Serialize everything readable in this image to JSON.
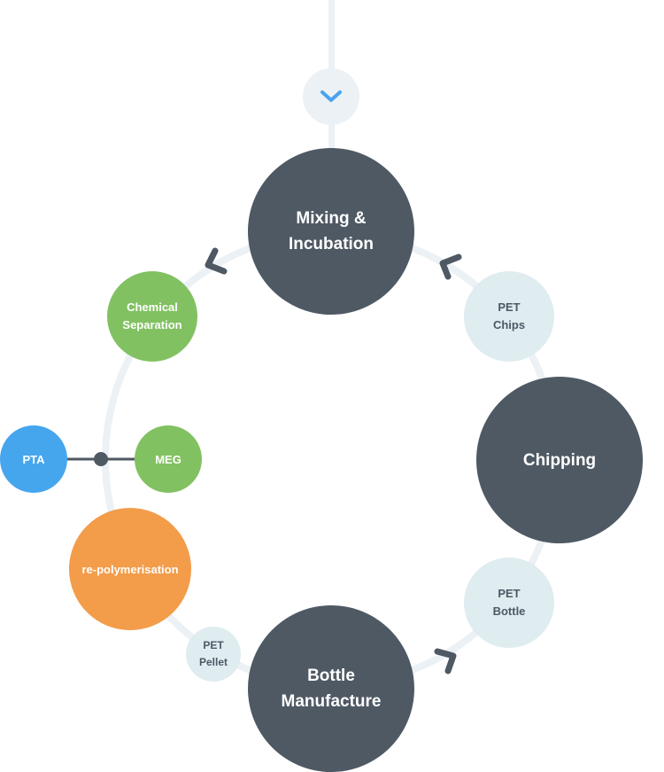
{
  "colors": {
    "dark": "#4e5964",
    "light": "#dfecf0",
    "green": "#82c162",
    "blue": "#45a6ee",
    "orange": "#f39c4a",
    "track": "#ecf1f5",
    "chevron": "#4aa3ee",
    "text_dark": "#4e5964"
  },
  "icons": {
    "entry": "chevron-down-icon",
    "arrows": [
      "arrow-head-icon",
      "arrow-head-icon",
      "arrow-head-icon"
    ]
  },
  "nodes": {
    "mixing": {
      "line1": "Mixing &",
      "line2": "Incubation"
    },
    "chipping": {
      "line1": "Chipping"
    },
    "bottle_manufacture": {
      "line1": "Bottle",
      "line2": "Manufacture"
    },
    "pet_chips": {
      "line1": "PET",
      "line2": "Chips"
    },
    "pet_bottle": {
      "line1": "PET",
      "line2": "Bottle"
    },
    "pet_pellet": {
      "line1": "PET",
      "line2": "Pellet"
    },
    "chemical_separation": {
      "line1": "Chemical",
      "line2": "Separation"
    },
    "repolymerisation": {
      "line1": "re-polymerisation"
    },
    "pta": {
      "line1": "PTA"
    },
    "meg": {
      "line1": "MEG"
    }
  }
}
